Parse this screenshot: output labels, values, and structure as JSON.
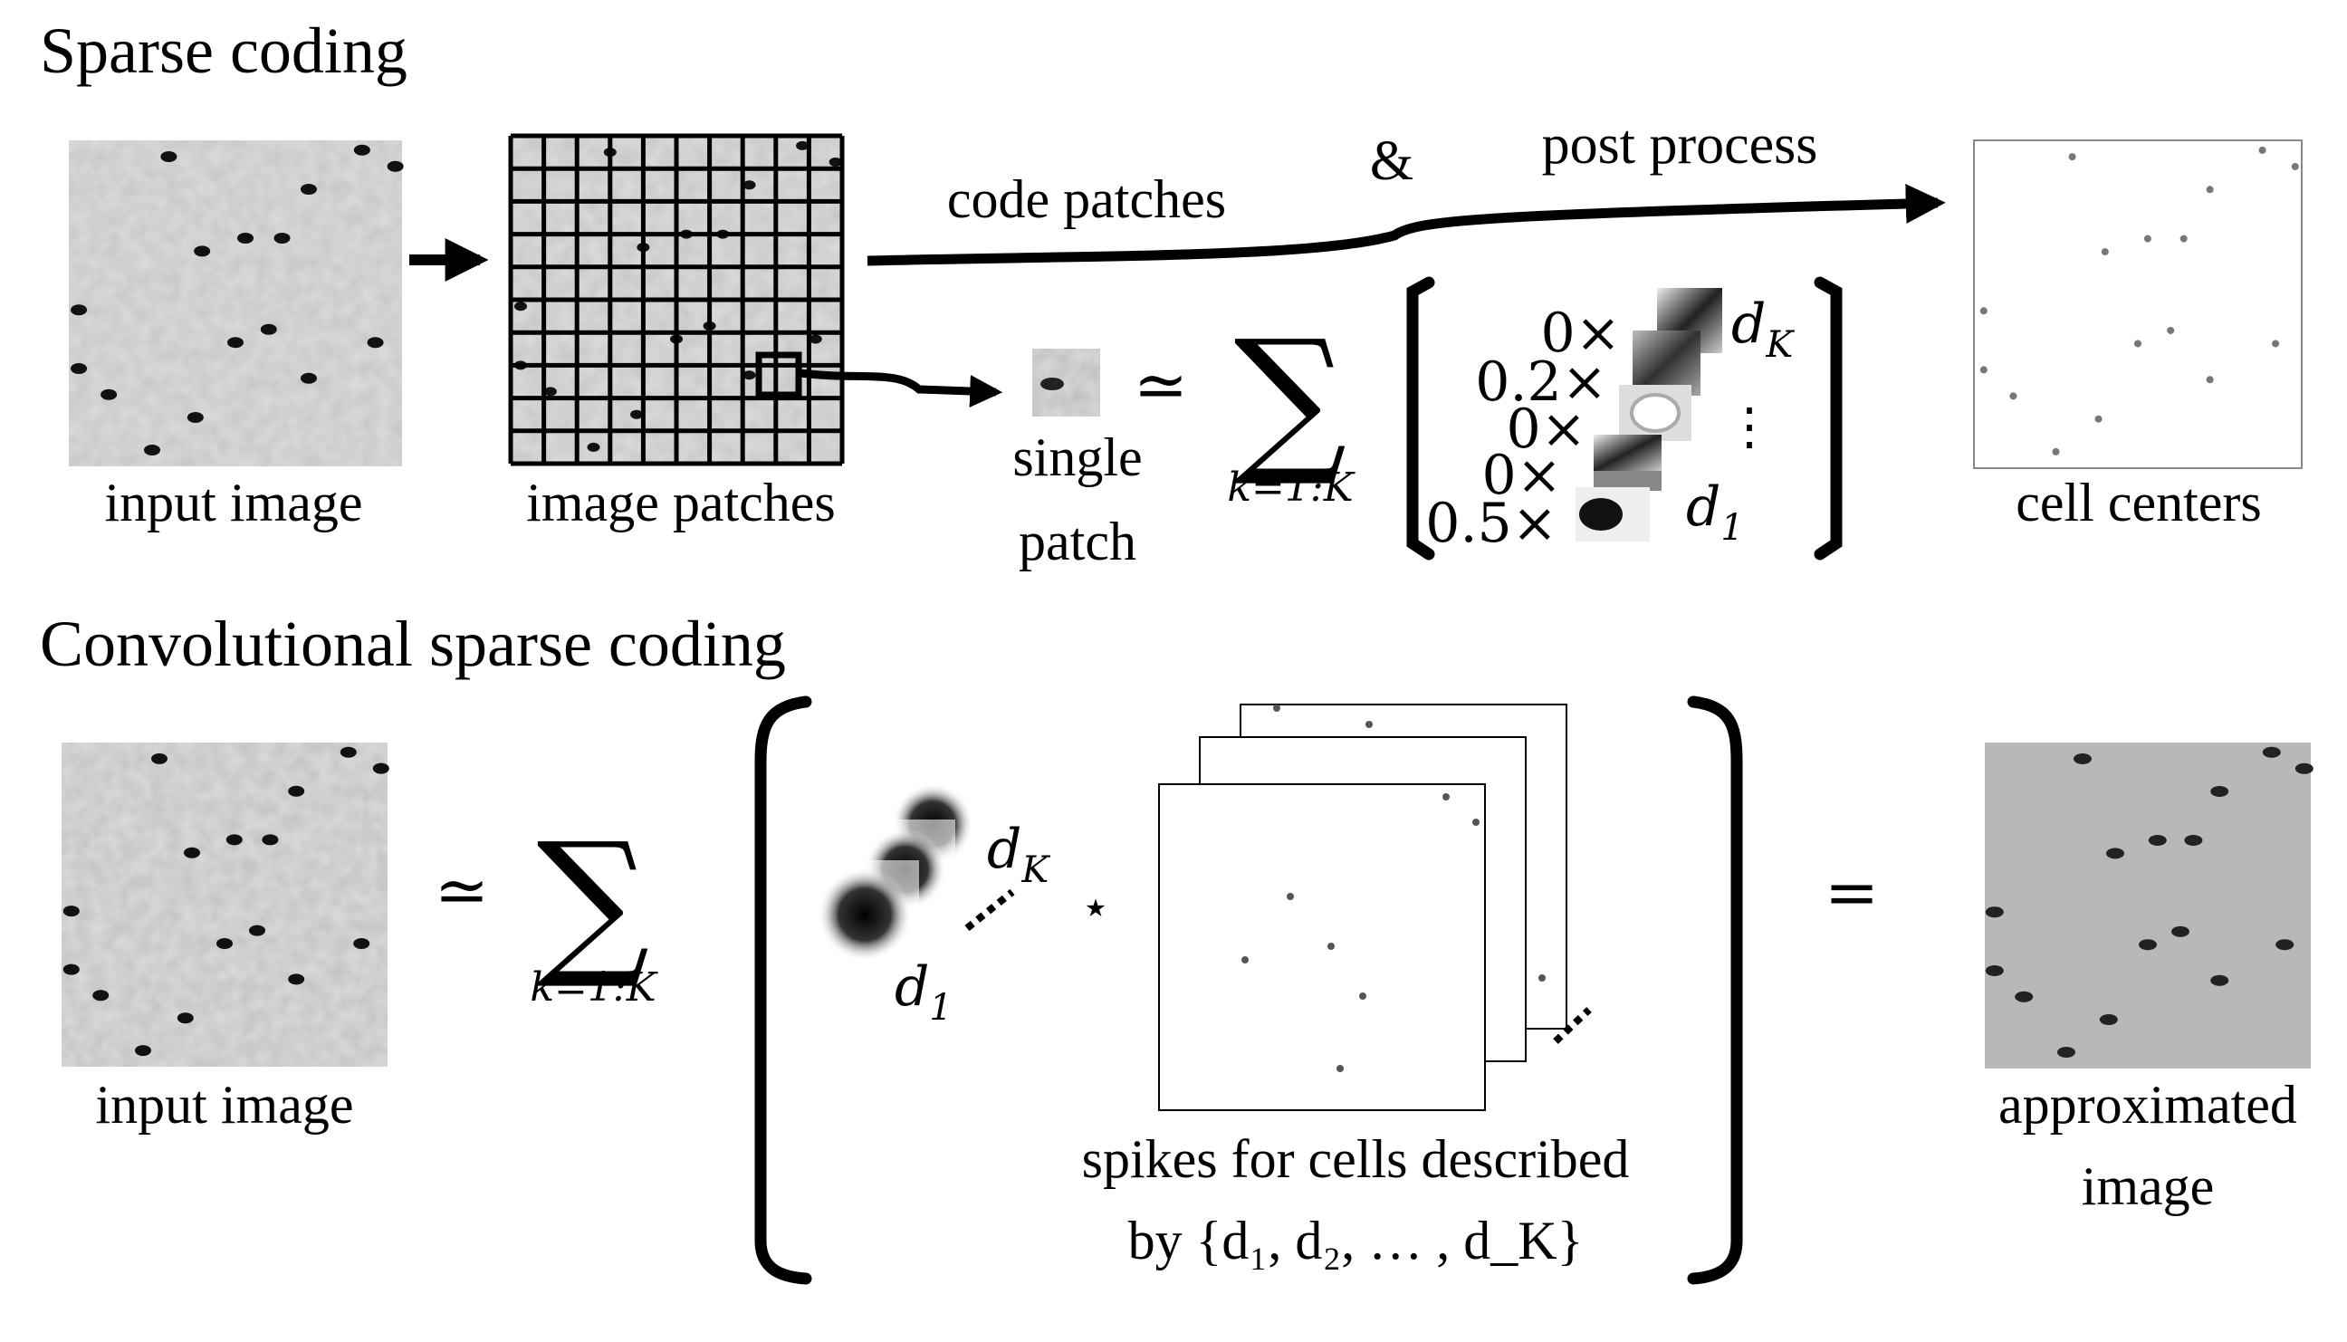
{
  "sparse": {
    "heading": "Sparse coding",
    "input_label": "input image",
    "patches_label": "image patches",
    "code_label": "code patches",
    "amp": "&",
    "post_label": "post process",
    "single_line1": "single",
    "single_line2": "patch",
    "approx_sym": "≃",
    "sum_sym": "∑",
    "sum_index": "k=1:K",
    "coefs": [
      "0×",
      "0.2×",
      "0×",
      "0×",
      "0.5×"
    ],
    "dK": "d",
    "dK_sub": "K",
    "d1": "d",
    "d1_sub": "1",
    "vdots": "⋮",
    "centers_label": "cell centers"
  },
  "csc": {
    "heading": "Convolutional sparse coding",
    "input_label": "input image",
    "approx_sym": "≃",
    "sum_sym": "∑",
    "sum_index": "k=1:K",
    "dK": "d",
    "dK_sub": "K",
    "d1": "d",
    "d1_sub": "1",
    "conv_sym": "⋆",
    "spikes_line1": "spikes for cells described",
    "spikes_line2": "by {d₁, d₂, … , d_K}",
    "equals": "=",
    "approx_label_line1": "approximated",
    "approx_label_line2": "image"
  },
  "colors": {
    "ink": "#000000",
    "noise_bg": "#c4c4c4",
    "approx_bg": "#b8b8b8"
  }
}
